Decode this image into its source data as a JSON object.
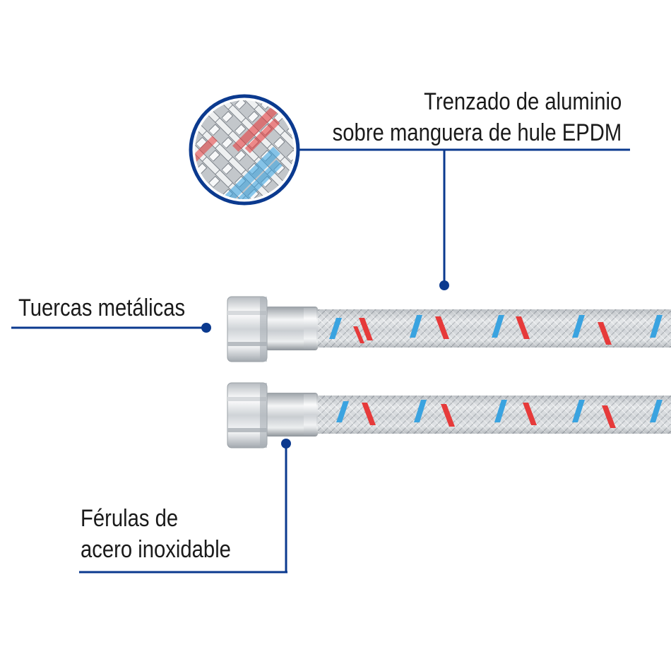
{
  "accent_color": "#0b3a8f",
  "callouts": {
    "braid": {
      "line1": "Trenzado de aluminio",
      "line2": "sobre manguera de hule EPDM"
    },
    "nuts": {
      "text": "Tuercas metálicas"
    },
    "ferrules": {
      "line1": "Férulas de",
      "line2": "acero inoxidable"
    }
  },
  "icons": [
    "braid-closeup-icon",
    "hose",
    "hex-nut",
    "ferrule"
  ],
  "colors": {
    "braid_red": "#e63a3a",
    "braid_blue": "#3aa3e0",
    "steel": "#d6d9dc"
  }
}
